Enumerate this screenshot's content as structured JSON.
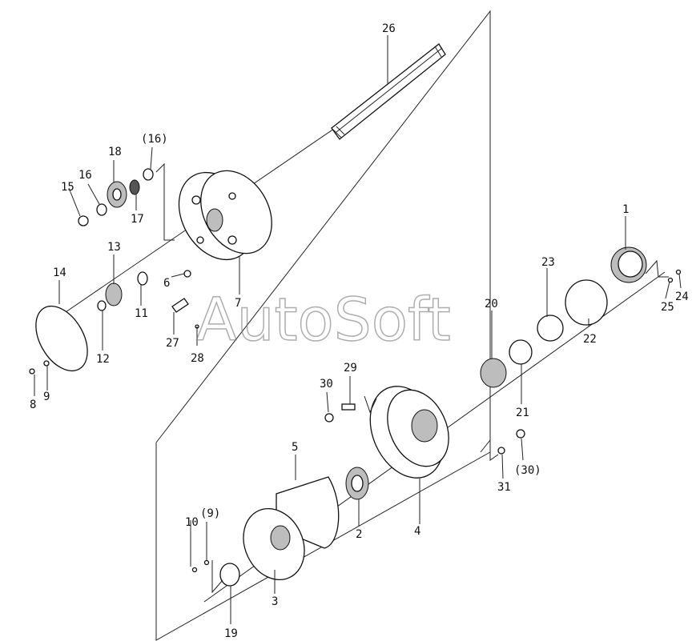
{
  "watermark": "AutoSoft",
  "callouts": {
    "c1": "1",
    "c2": "2",
    "c3": "3",
    "c4": "4",
    "c5": "5",
    "c6": "6",
    "c7": "7",
    "c8": "8",
    "c9": "9",
    "c10": "10",
    "c9b": "(9)",
    "c11": "11",
    "c12": "12",
    "c13": "13",
    "c14": "14",
    "c15": "15",
    "c16": "16",
    "c16b": "(16)",
    "c17": "17",
    "c18": "18",
    "c19": "19",
    "c20": "20",
    "c21": "21",
    "c22": "22",
    "c23": "23",
    "c24": "24",
    "c25": "25",
    "c26": "26",
    "c27": "27",
    "c28": "28",
    "c29": "29",
    "c30": "30",
    "c30b": "(30)",
    "c31": "31"
  }
}
